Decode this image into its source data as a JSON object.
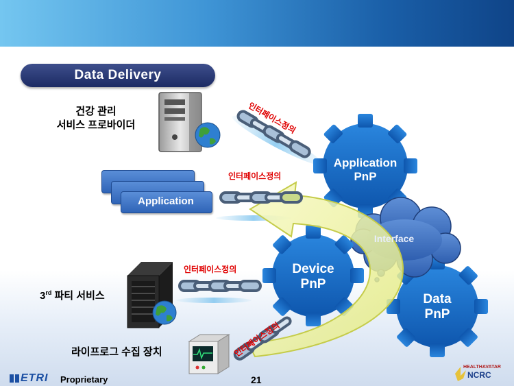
{
  "slide": {
    "title": "Data Delivery",
    "page_number": "21"
  },
  "providers": {
    "health_service": [
      "건강 관리",
      "서비스 프로바이더"
    ],
    "application": "Application",
    "third_party_prefix": "3",
    "third_party_sup": "rd",
    "third_party_suffix": " 파티 서비스",
    "lifelog_device": "라이프로그 수집 장치"
  },
  "interface_labels": [
    "인터페이스정의",
    "인터페이스정의",
    "인터페이스정의",
    "인터페이스정의"
  ],
  "gears": {
    "application": [
      "Application",
      "PnP"
    ],
    "device": [
      "Device",
      "PnP"
    ],
    "data": [
      "Data",
      "PnP"
    ]
  },
  "cloud": {
    "label": "Interface"
  },
  "footer": {
    "logo": "ETRI",
    "proprietary": "Proprietary",
    "right_logo_top": "HEALTHAVATAR",
    "right_logo_main": "NCRC"
  },
  "colors": {
    "gear_blue": "#1769c4",
    "arrow_yellow": "#eef29a",
    "interface_red": "#e00000",
    "title_navy": "#1c2a63"
  }
}
